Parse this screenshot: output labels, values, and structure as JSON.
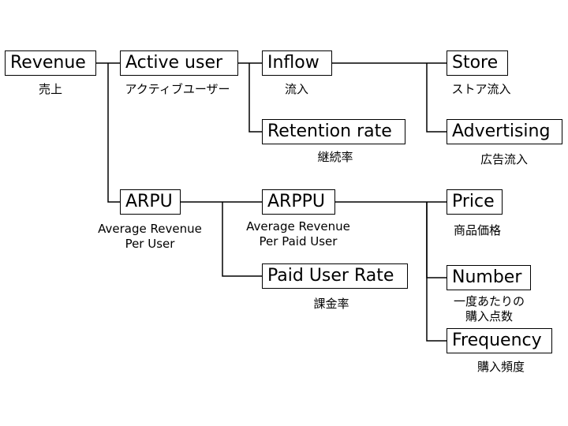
{
  "nodes": [
    {
      "id": "revenue",
      "label": "Revenue",
      "caption": "売上"
    },
    {
      "id": "active",
      "label": "Active user",
      "caption": "アクティブユーザー"
    },
    {
      "id": "inflow",
      "label": "Inflow",
      "caption": "流入"
    },
    {
      "id": "store",
      "label": "Store",
      "caption": "ストア流入"
    },
    {
      "id": "retention",
      "label": "Retention rate",
      "caption": "継続率"
    },
    {
      "id": "ads",
      "label": "Advertising",
      "caption": "広告流入"
    },
    {
      "id": "arpu",
      "label": "ARPU",
      "caption": "Average Revenue\nPer User"
    },
    {
      "id": "arppu",
      "label": "ARPPU",
      "caption": "Average Revenue\nPer Paid User"
    },
    {
      "id": "price",
      "label": "Price",
      "caption": "商品価格"
    },
    {
      "id": "paidrate",
      "label": "Paid User Rate",
      "caption": "課金率"
    },
    {
      "id": "number",
      "label": "Number",
      "caption": "一度あたりの\n購入点数"
    },
    {
      "id": "frequency",
      "label": "Frequency",
      "caption": "購入頻度"
    }
  ]
}
